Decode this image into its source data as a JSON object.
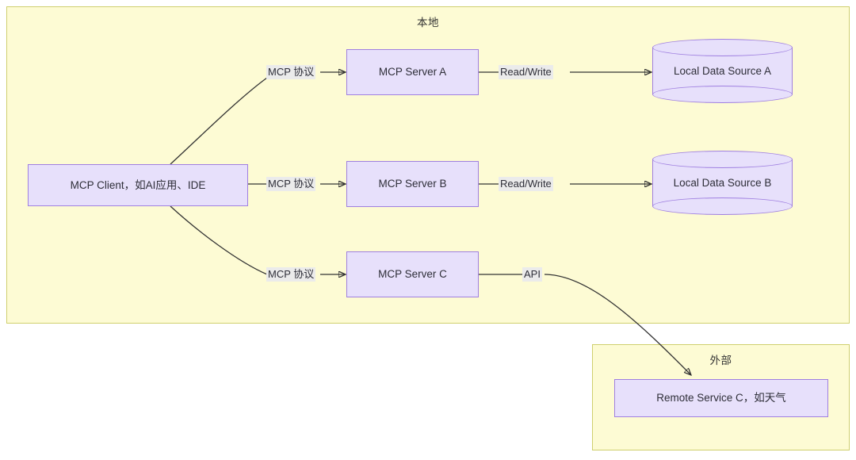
{
  "diagram": {
    "title_local": "本地",
    "title_external": "外部"
  },
  "groups": [
    {
      "id": "local",
      "label": "本地"
    },
    {
      "id": "external",
      "label": "外部"
    }
  ],
  "nodes": {
    "client": {
      "label": "MCP Client，如AI应用、IDE"
    },
    "server_a": {
      "label": "MCP Server A"
    },
    "server_b": {
      "label": "MCP Server B"
    },
    "server_c": {
      "label": "MCP Server C"
    },
    "datasource_a": {
      "label": "Local Data Source A"
    },
    "datasource_b": {
      "label": "Local Data Source B"
    },
    "remote_service_c": {
      "label": "Remote Service C，如天气"
    }
  },
  "edges": [
    {
      "id": "client-to-server-a",
      "label": "MCP 协议",
      "from": "client",
      "to": "server_a"
    },
    {
      "id": "client-to-server-b",
      "label": "MCP 协议",
      "from": "client",
      "to": "server_b"
    },
    {
      "id": "client-to-server-c",
      "label": "MCP 协议",
      "from": "client",
      "to": "server_c"
    },
    {
      "id": "server-a-to-datasource-a",
      "label": "Read/Write",
      "from": "server_a",
      "to": "datasource_a"
    },
    {
      "id": "server-b-to-datasource-b",
      "label": "Read/Write",
      "from": "server_b",
      "to": "datasource_b"
    },
    {
      "id": "server-c-to-remote-service-c",
      "label": "API",
      "from": "server_c",
      "to": "remote_service_c"
    }
  ],
  "colors": {
    "group_fill": "#fdfbd4",
    "group_stroke": "#cfcf6e",
    "node_fill": "#e7e0fb",
    "node_stroke": "#9f7fe0",
    "edge_stroke": "#333333",
    "label_bg": "#ebebeb",
    "text": "#2e2e38"
  }
}
